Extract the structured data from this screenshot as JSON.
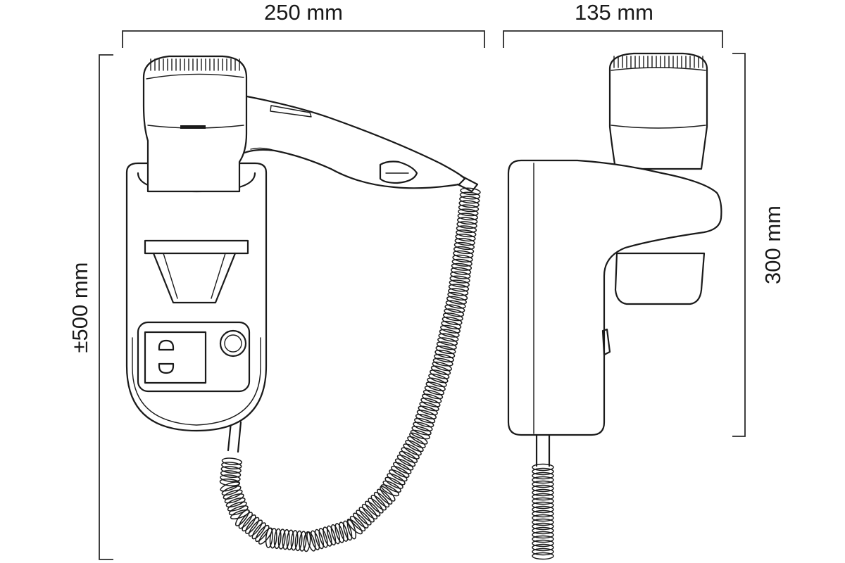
{
  "dimensions": {
    "front_width": "250 mm",
    "side_width": "135 mm",
    "overall_height": "±500 mm",
    "side_height": "300 mm"
  },
  "views": {
    "front": "front-view",
    "side": "side-view"
  }
}
